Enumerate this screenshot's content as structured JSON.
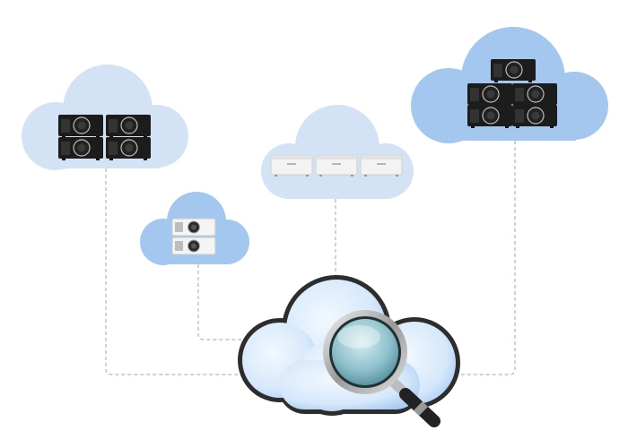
{
  "diagram": {
    "type": "cloud-discovery",
    "nodes": [
      {
        "id": "cloud-black-projectors-4",
        "projector_color": "black",
        "projector_count": 4
      },
      {
        "id": "cloud-white-projectors-2",
        "projector_color": "white",
        "projector_count": 2
      },
      {
        "id": "cloud-white-flat-projectors-3",
        "projector_color": "white",
        "projector_count": 3
      },
      {
        "id": "cloud-black-projectors-5",
        "projector_color": "black",
        "projector_count": 5
      }
    ],
    "hub": {
      "id": "search-cloud",
      "icon": "magnifier-icon"
    }
  },
  "colors": {
    "cloud_light": "#d3e3f5",
    "cloud_medium": "#a3c7ee",
    "connector": "#9dbbd9",
    "hub_outline": "#2d2d2d",
    "hub_fill": "#dcebfb"
  }
}
